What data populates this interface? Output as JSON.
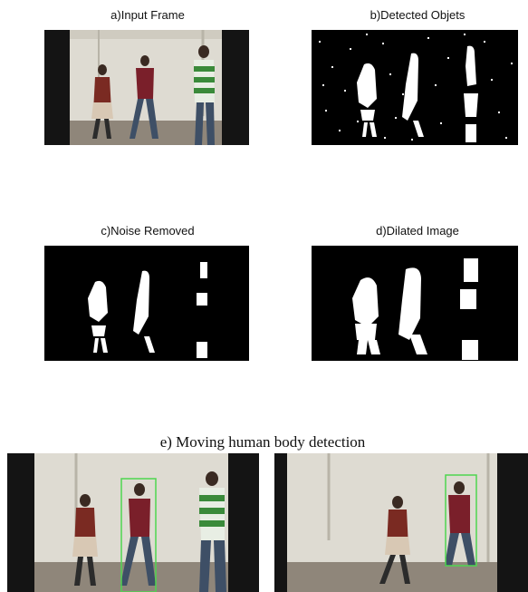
{
  "panels": {
    "a": {
      "caption": "a)Input Frame"
    },
    "b": {
      "caption": "b)Detected Objets"
    },
    "c": {
      "caption": "c)Noise Removed"
    },
    "d": {
      "caption": "d)Dilated Image"
    }
  },
  "section_e": {
    "caption": "e) Moving human body detection"
  },
  "colors": {
    "mask_white": "#ffffff",
    "mask_black": "#000000",
    "wall": "#dedbd2",
    "ground": "#8f867a",
    "border_dark": "#141414",
    "detection_box": "#4fd64f"
  }
}
